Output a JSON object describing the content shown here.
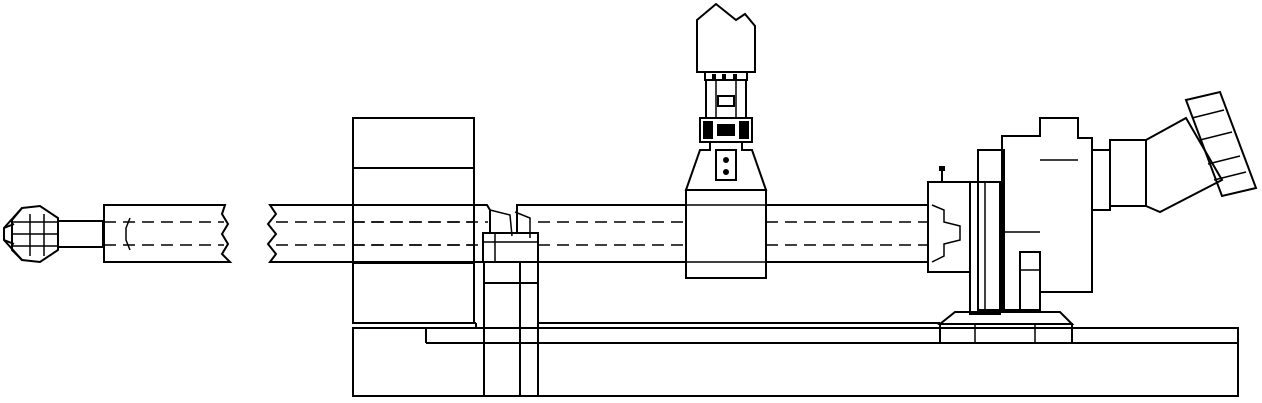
{
  "drawing": {
    "colors": {
      "line": "#000000",
      "background": "#ffffff"
    },
    "components": [
      "drill-bit-icon",
      "drill-rod-front-segment",
      "drill-rod-main-segment",
      "drill-rod-rear-segment",
      "guide-block",
      "rod-coupling-joint",
      "gripper-clamp-assembly",
      "rod-holder-clamp",
      "rotation-drive-head",
      "angled-motor-icon",
      "machine-base-frame"
    ]
  }
}
